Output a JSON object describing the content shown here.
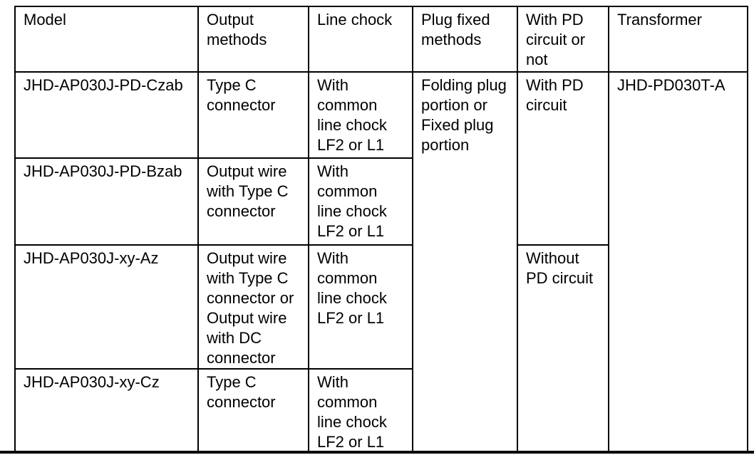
{
  "table": {
    "border_color": "#000000",
    "text_color": "#000000",
    "background_color": "#ffffff",
    "headers": {
      "model": "Model",
      "output_methods": "Output\nmethods",
      "line_chock": "Line chock",
      "plug_fixed_methods": "Plug fixed\nmethods",
      "pd_circuit_or_not": "With PD\ncircuit or\nnot",
      "transformer": "Transformer"
    },
    "rows": [
      {
        "model": "JHD-AP030J-PD-Czab",
        "output_method": "Type C\nconnector",
        "line_chock": "With\ncommon\nline chock\nLF2 or L1"
      },
      {
        "model": "JHD-AP030J-PD-Bzab",
        "output_method": "Output wire\nwith Type C\nconnector",
        "line_chock": "With\ncommon\nline chock\nLF2 or L1"
      },
      {
        "model": "JHD-AP030J-xy-Az",
        "output_method": "Output wire\nwith Type C\nconnector or\nOutput wire\nwith DC\nconnector",
        "line_chock": "With\ncommon\nline chock\nLF2 or L1"
      },
      {
        "model": "JHD-AP030J-xy-Cz",
        "output_method": "Type C\nconnector",
        "line_chock": "With\ncommon\nline chock\nLF2 or L1"
      }
    ],
    "merged_cells": {
      "plug_fixed_method": "Folding plug\nportion or\nFixed plug\nportion",
      "with_pd_circuit": "With PD\ncircuit",
      "without_pd_circuit": "Without\nPD circuit",
      "transformer_model": "JHD-PD030T-A"
    }
  }
}
